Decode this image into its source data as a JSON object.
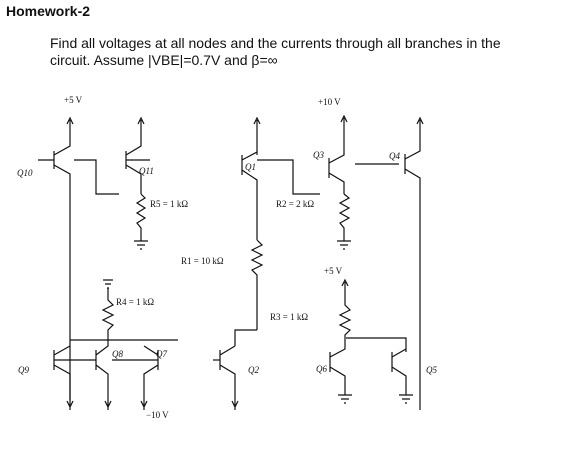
{
  "title": "Homework-2",
  "problem": {
    "line1": "Find all voltages at all nodes and the currents through all branches in the",
    "line2": "circuit. Assume |VBE|=0.7V and β=∞"
  },
  "circuit": {
    "supplies": {
      "vcc_left": "+5 V",
      "vcc_top": "+10 V",
      "vcc_right": "+5 V",
      "vee": "−10 V"
    },
    "resistors": {
      "r5": "R5 = 1 kΩ",
      "r2": "R2 = 2 kΩ",
      "r1": "R1 = 10 kΩ",
      "r4": "R4 = 1 kΩ",
      "r3": "R3 = 1 kΩ"
    },
    "transistors": {
      "q10": "Q10",
      "q11": "Q11",
      "q1": "Q1",
      "q3": "Q3",
      "q4": "Q4",
      "q9": "Q9",
      "q8": "Q8",
      "q7": "Q7",
      "q2": "Q2",
      "q6": "Q6",
      "q5": "Q5"
    }
  }
}
